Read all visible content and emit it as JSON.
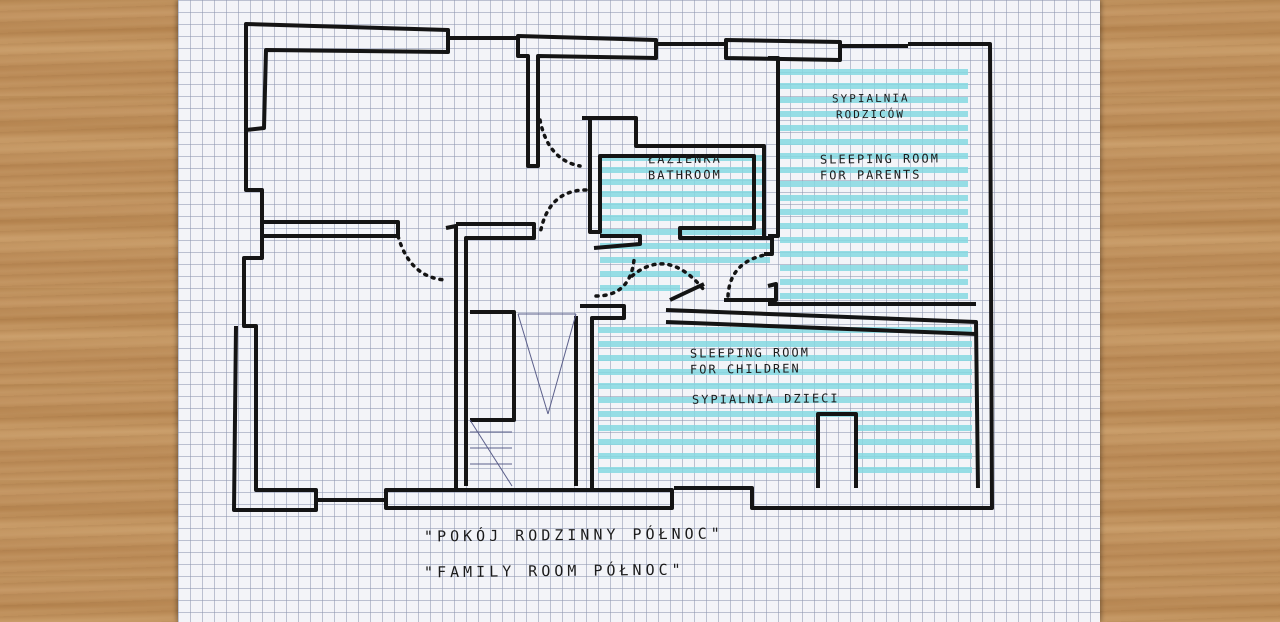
{
  "scene": {
    "desk": "wood-surface",
    "paper": "grid-paper-sheet"
  },
  "colors": {
    "ink": "#141414",
    "highlight": "#7fd6df",
    "grid": "#8c96af"
  },
  "labels": {
    "bathroom_pl": "ŁAZIENKA",
    "bathroom_en": "BATHROOM",
    "parents_pl_1": "SYPIALNIA",
    "parents_pl_2": "RODZICÓW",
    "parents_en_1": "SLEEPING ROOM",
    "parents_en_2": "FOR PARENTS",
    "children_en_1": "SLEEPING ROOM",
    "children_en_2": "FOR CHILDREN",
    "children_pl": "SYPIALNIA DZIECI",
    "caption_pl": "\"POKÓJ RODZINNY PÓŁNOC\"",
    "caption_en": "\"FAMILY ROOM PÓŁNOC\""
  }
}
